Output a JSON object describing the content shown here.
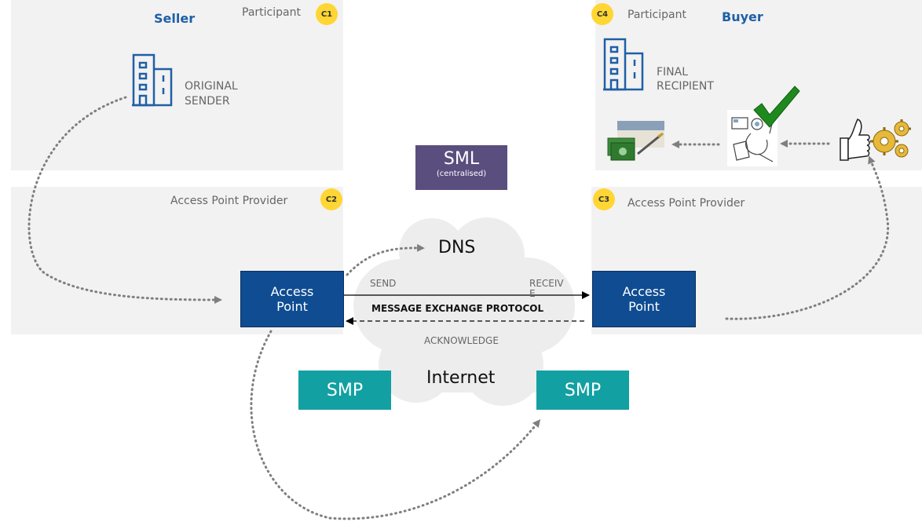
{
  "colors": {
    "panel": "#f2f2f2",
    "role_text": "#1f5fa6",
    "badge": "#ffd633",
    "access_point": "#0f4c92",
    "smp": "#13a0a2",
    "sml": "#5a4e7e",
    "cloud": "#ededed",
    "dotted_connector": "#7f7f7f",
    "building": "#1f5fa6",
    "check": "#1e8a1e"
  },
  "corners": {
    "c1": {
      "badge": "C1",
      "participant_label": "Participant",
      "role": "Seller",
      "entity_label_line1": "ORIGINAL",
      "entity_label_line2": "SENDER",
      "icon": "building-icon"
    },
    "c2": {
      "badge": "C2",
      "provider_label": "Access Point Provider"
    },
    "c3": {
      "badge": "C3",
      "provider_label": "Access Point Provider"
    },
    "c4": {
      "badge": "C4",
      "participant_label": "Participant",
      "role": "Buyer",
      "entity_label_line1": "FINAL",
      "entity_label_line2": "RECIPIENT",
      "icon": "building-icon"
    }
  },
  "access_points": {
    "left": {
      "line1": "Access",
      "line2": "Point"
    },
    "right": {
      "line1": "Access",
      "line2": "Point"
    }
  },
  "sml": {
    "title": "SML",
    "subtitle": "(centralised)"
  },
  "network": {
    "dns": "DNS",
    "internet": "Internet"
  },
  "smp": {
    "left": "SMP",
    "right": "SMP"
  },
  "protocol": {
    "send": "SEND",
    "receive_line1": "RECEIV",
    "receive_line2": "E",
    "title": "MESSAGE EXCHANGE PROTOCOL",
    "acknowledge": "ACKNOWLEDGE"
  },
  "buyer_process_icons": [
    "money-documents-icon",
    "processing-clipart-icon",
    "check-mark-icon",
    "thumbs-up-gears-icon"
  ]
}
